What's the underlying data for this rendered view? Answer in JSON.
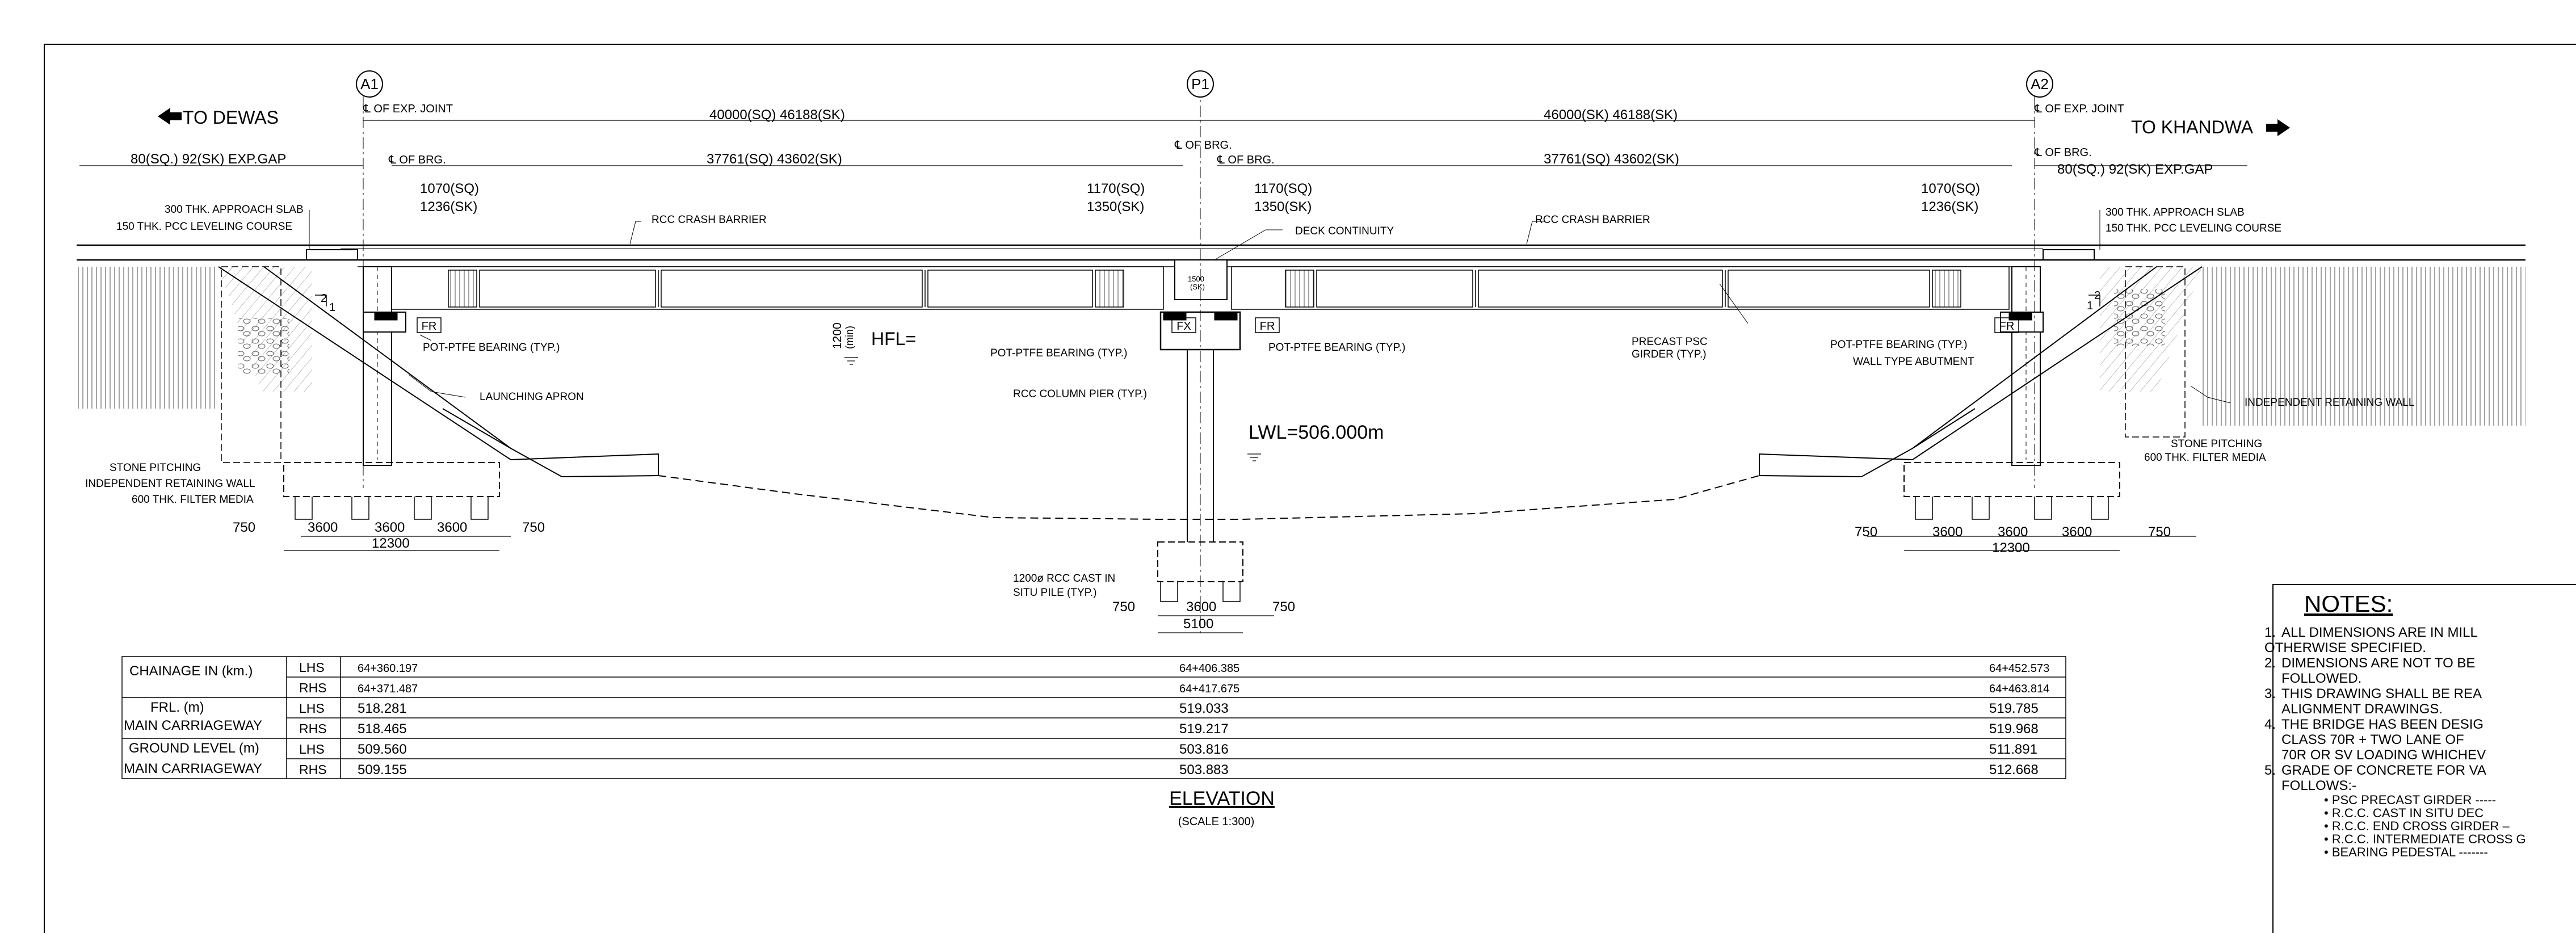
{
  "directions": {
    "left": "TO DEWAS",
    "right": "TO KHANDWA"
  },
  "supports": {
    "a1": "A1",
    "p1": "P1",
    "a2": "A2"
  },
  "labels": {
    "exp_joint": "℄ OF EXP. JOINT",
    "brg": "℄ OF BRG.",
    "span1_total": "40000(SQ)  46188(SK)",
    "span2_total": "46000(SK)  46188(SK)",
    "span_brg": "37761(SQ)  43602(SK)",
    "exp_gap": "80(SQ.)  92(SK)  EXP.GAP",
    "d1070": "1070(SQ)",
    "d1236": "1236(SK)",
    "d1170": "1170(SQ)",
    "d1350": "1350(SK)",
    "approach_slab": "300 THK. APPROACH SLAB",
    "pcc_course": "150 THK. PCC LEVELING COURSE",
    "crash_barrier": "RCC CRASH BARRIER",
    "deck_continuity": "DECK CONTINUITY",
    "pot_ptfe": "POT-PTFE BEARING (TYP.)",
    "fr": "FR",
    "fx": "FX",
    "launching_apron": "LAUNCHING APRON",
    "hfl": "HFL=",
    "min1200": "1200",
    "min_text": "(min)",
    "rcc_column": "RCC COLUMN PIER (TYP.)",
    "lwl": "LWL=506.000m",
    "precast_girder_1": "PRECAST PSC",
    "precast_girder_2": "GIRDER (TYP.)",
    "wall_abutment": "WALL TYPE ABUTMENT",
    "indep_wall": "INDEPENDENT RETAINING WALL",
    "stone_pitching": "STONE PITCHING",
    "filter_media": "600 THK. FILTER MEDIA",
    "pile_1": "1200ø RCC CAST IN",
    "pile_2": "SITU PILE (TYP.)",
    "dim_750": "750",
    "dim_3600": "3600",
    "dim_12300": "12300",
    "dim_5100": "5100",
    "pier_cap_1": "1500",
    "pier_cap_2": "(SK)",
    "slope_2": "2",
    "slope_1": "1"
  },
  "table": {
    "rows": [
      {
        "label": "CHAINAGE IN (km.)",
        "side": "LHS",
        "v1": "64+360.197",
        "v2": "64+406.385",
        "v3": "64+452.573"
      },
      {
        "label": "",
        "side": "RHS",
        "v1": "64+371.487",
        "v2": "64+417.675",
        "v3": "64+463.814"
      },
      {
        "label": "FRL.  (m)",
        "side": "LHS",
        "v1": "518.281",
        "v2": "519.033",
        "v3": "519.785"
      },
      {
        "label": "MAIN CARRIAGEWAY",
        "side": "RHS",
        "v1": "518.465",
        "v2": "519.217",
        "v3": "519.968"
      },
      {
        "label": "GROUND LEVEL (m)",
        "side": "LHS",
        "v1": "509.560",
        "v2": "503.816",
        "v3": "511.891"
      },
      {
        "label": "MAIN CARRIAGEWAY",
        "side": "RHS",
        "v1": "509.155",
        "v2": "503.883",
        "v3": "512.668"
      }
    ]
  },
  "elevation": {
    "title": "ELEVATION",
    "scale": "(SCALE 1:300)"
  },
  "notes": {
    "heading": "NOTES:",
    "items": [
      {
        "num": "1.",
        "line1": "ALL DIMENSIONS ARE IN  MILL",
        "line2": "OTHERWISE SPECIFIED."
      },
      {
        "num": "2.",
        "line1": "DIMENSIONS ARE NOT TO BE",
        "line2": "FOLLOWED."
      },
      {
        "num": "3.",
        "line1": "THIS DRAWING SHALL BE REA",
        "line2": "ALIGNMENT DRAWINGS."
      },
      {
        "num": "4.",
        "line1": "THE BRIDGE HAS BEEN DESIG",
        "line2": "CLASS 70R + TWO LANE OF",
        "line3": "70R OR SV LOADING WHICHEV"
      },
      {
        "num": "5.",
        "line1": "GRADE OF CONCRETE FOR VA",
        "line2": "FOLLOWS:-"
      }
    ],
    "bullets": [
      "• PSC PRECAST GIRDER -----",
      "• R.C.C. CAST IN SITU DEC",
      "• R.C.C. END CROSS GIRDER –",
      "• R.C.C. INTERMEDIATE CROSS G",
      "• BEARING PEDESTAL -------"
    ]
  }
}
